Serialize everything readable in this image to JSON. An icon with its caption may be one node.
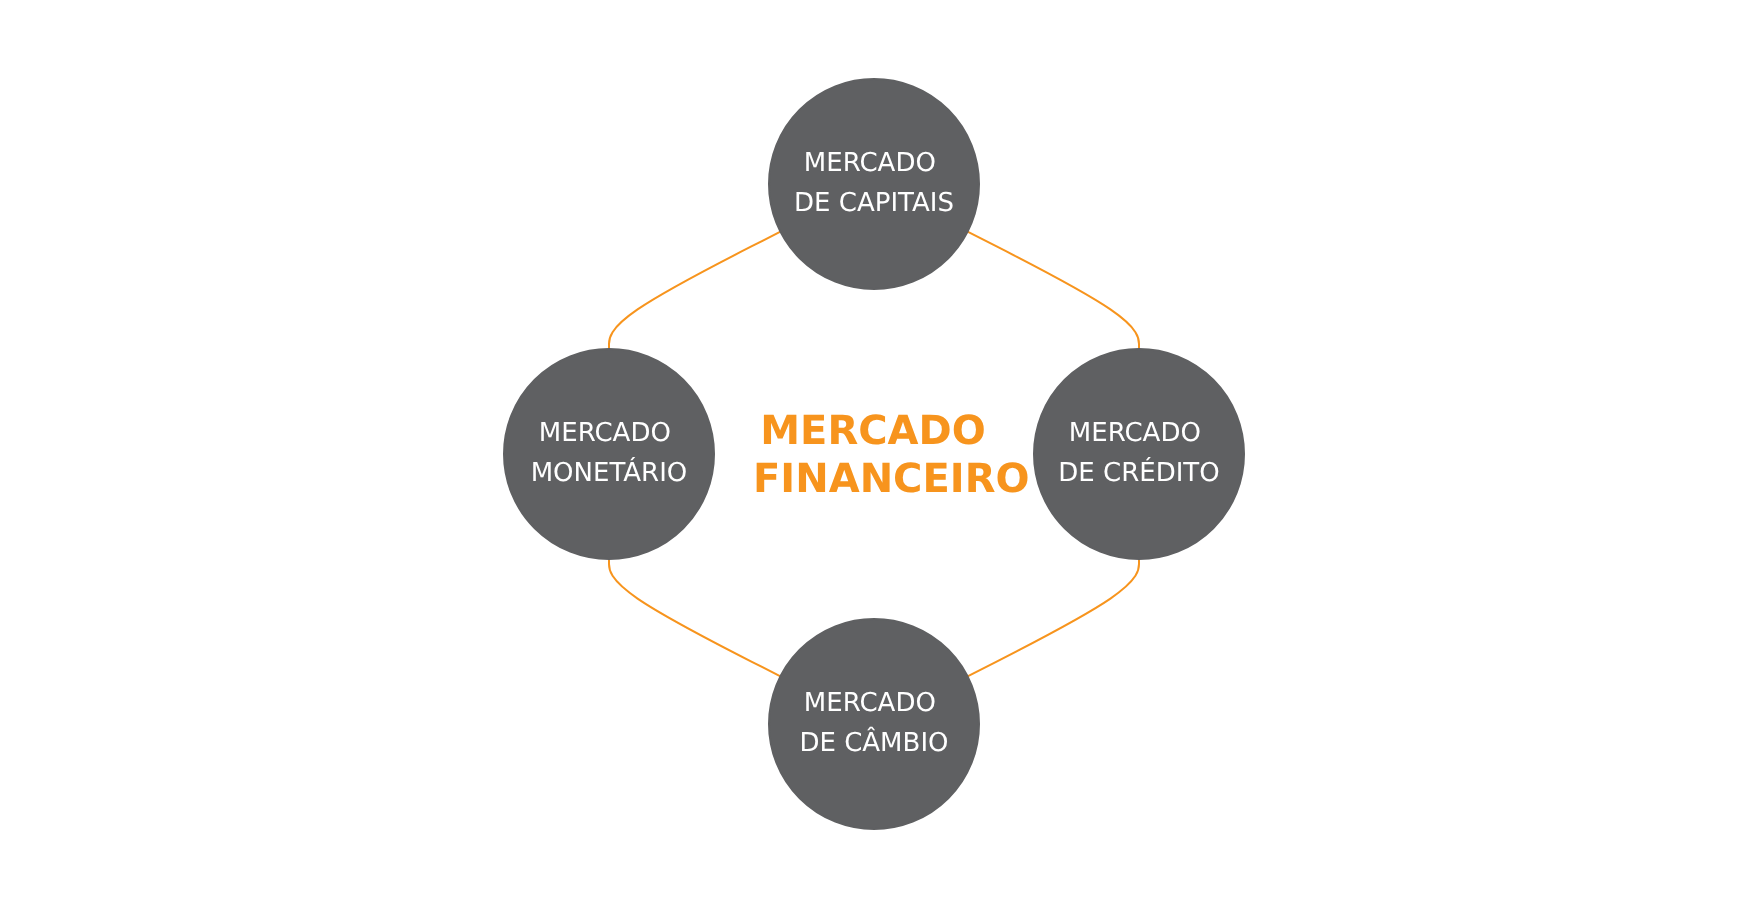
{
  "diagram": {
    "nodes": [
      {
        "text": [
          "MERCADO DE CAPITAIS"
        ]
      },
      {
        "text": [
          "MERCADO MONETÁRIO"
        ]
      },
      {
        "text": [
          "MERCADO DE CRÉDITO"
        ]
      },
      {
        "text": [
          "MERCADO DE CÂMBIO"
        ]
      }
    ],
    "edges": [
      {
        "from": 0,
        "to": 1,
        "arrow": "none"
      },
      {
        "from": 0,
        "to": 2,
        "arrow": "none"
      },
      {
        "from": 1,
        "to": 3,
        "arrow": "none"
      },
      {
        "from": 2,
        "to": 3,
        "arrow": "none"
      }
    ],
    "labels": [
      "MERCADO FINANCEIRO"
    ]
  }
}
